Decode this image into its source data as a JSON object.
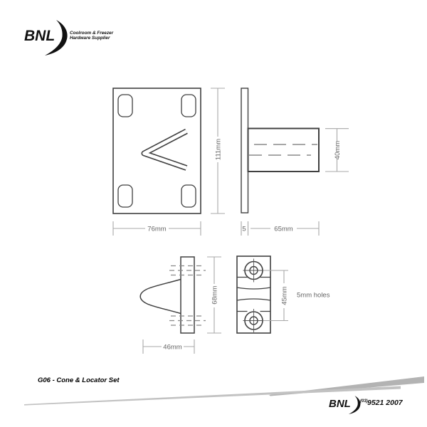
{
  "header": {
    "logo": {
      "text": "BNL",
      "tagline_line1": "Coolroom & Freezer",
      "tagline_line2": "Hardware Supplier"
    }
  },
  "drawings": {
    "cone_front_view": {
      "height_dim": "111mm",
      "width_dim": "76mm"
    },
    "cone_side_view": {
      "plate_thickness_dim": "5",
      "length_dim": "65mm",
      "diameter_dim": "40mm"
    },
    "locator_side_view": {
      "width_dim": "46mm",
      "height_dim": "68mm"
    },
    "locator_front_view": {
      "hole_spacing_dim": "45mm",
      "holes_note": "5mm holes"
    }
  },
  "footer": {
    "product_title": "G06 - Cone & Locator Set",
    "logo_text": "BNL",
    "phone_area_code": "(03)",
    "phone_number": "9521 2007"
  },
  "colors": {
    "outline": "#404040",
    "dimension_line": "#a8a8a8",
    "dimension_text": "#666666",
    "hidden_line": "#8a8a8a",
    "stripe_gray": "#b5b5b5",
    "logo_black": "#111111"
  }
}
